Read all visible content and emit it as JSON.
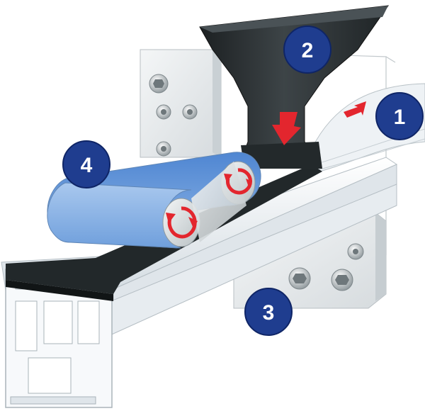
{
  "badges": [
    {
      "id": "1",
      "label": "1"
    },
    {
      "id": "2",
      "label": "2"
    },
    {
      "id": "3",
      "label": "3"
    },
    {
      "id": "4",
      "label": "4"
    }
  ],
  "colors": {
    "badge_fill": "#1f3d8f",
    "badge_stroke": "#0f2566",
    "arrow_red": "#e3262e",
    "hopper_dark": "#2c3133",
    "film_dark": "#22282a",
    "profile_white": "#f2f5f8",
    "belt_blue": "#8fb6e6",
    "frame_grey": "#e6e9ec"
  },
  "icons": [
    "screw-icon",
    "rotation-arrow-icon",
    "down-arrow-icon",
    "flow-arrow-icon"
  ]
}
